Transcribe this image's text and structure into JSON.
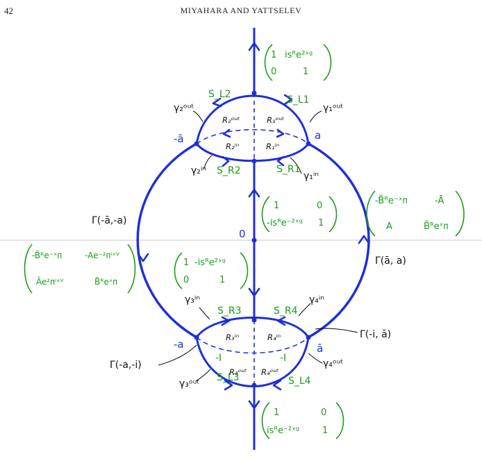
{
  "page": {
    "number": "42",
    "running_title": "MIYAHARA AND YATTSELEV"
  },
  "colors": {
    "contour": "#1f2fd6",
    "label_green": "#1a9c1a",
    "label_black": "#111111",
    "axis": "#bbbbbb"
  },
  "points": {
    "neg_a_bar": "-ā",
    "a": "a",
    "neg_a": "-a",
    "a_bar": "ā",
    "zero": "0"
  },
  "arc_labels": {
    "SL2": "S_L2",
    "SL1": "S_L1",
    "SR2": "S_R2",
    "SR1": "S_R1",
    "SR3": "S_R3",
    "SR4": "S_R4",
    "SL3": "S_L3",
    "SL4": "S_L4",
    "minus_I_left": "-I",
    "minus_I_right": "-I"
  },
  "gamma_labels": {
    "g2out": "γ₂ᵒᵘᵗ",
    "g1out": "γ₁ᵒᵘᵗ",
    "g2in": "γ₂ⁱⁿ",
    "g1in": "γ₁ⁱⁿ",
    "g3in": "γ₃ⁱⁿ",
    "g4in": "γ₄ⁱⁿ",
    "g3out": "γ₃ᵒᵘᵗ",
    "g4out": "γ₄ᵒᵘᵗ"
  },
  "region_labels": {
    "R2out": "R₂ᵒᵘᵗ",
    "R1out": "R₁ᵒᵘᵗ",
    "R2in": "R₂ⁱⁿ",
    "R1in": "R₁ⁱⁿ",
    "R3in": "R₃ⁱⁿ",
    "R4in": "R₄ⁱⁿ",
    "R3out": "R₃ᵒᵘᵗ",
    "R4out": "R₄ᵒᵘᵗ"
  },
  "contour_labels": {
    "left": "Γ(-ā,-a)",
    "right": "Γ(ā, a)",
    "bottom_right": "Γ(-i, ā)",
    "bottom_left": "Γ(-a,-i)"
  },
  "matrices": {
    "top": {
      "r1c1": "1",
      "r1c2": "isᴿe²ˣᵍ",
      "r2c1": "0",
      "r2c2": "1"
    },
    "center_upper": {
      "r1c1": "1",
      "r1c2": "0",
      "r2c1": "-isᴿe⁻²ˣᵍ",
      "r2c2": "1"
    },
    "center_lower": {
      "r1c1": "1",
      "r1c2": "-isᴿe²ˣᵍ",
      "r2c1": "0",
      "r2c2": "1"
    },
    "right": {
      "r1c1": "-B̃ᴿe⁻ˣᴨ",
      "r1c2": "-Ā",
      "r2c1": "A",
      "r2c2": "B̃ᴿeˣᴨ"
    },
    "left": {
      "r1c1": "-B̃ᴿe⁻ˣᴨ",
      "r1c2": "-Ae⁻²ᴨⁱˣⱽ",
      "r2c1": "Āe²ᴨⁱˣⱽ",
      "r2c2": "B̃ᴿeˣᴨ"
    },
    "bottom": {
      "r1c1": "1",
      "r1c2": "0",
      "r2c1": "isᴿe⁻²ˣᵍ",
      "r2c2": "1"
    }
  }
}
